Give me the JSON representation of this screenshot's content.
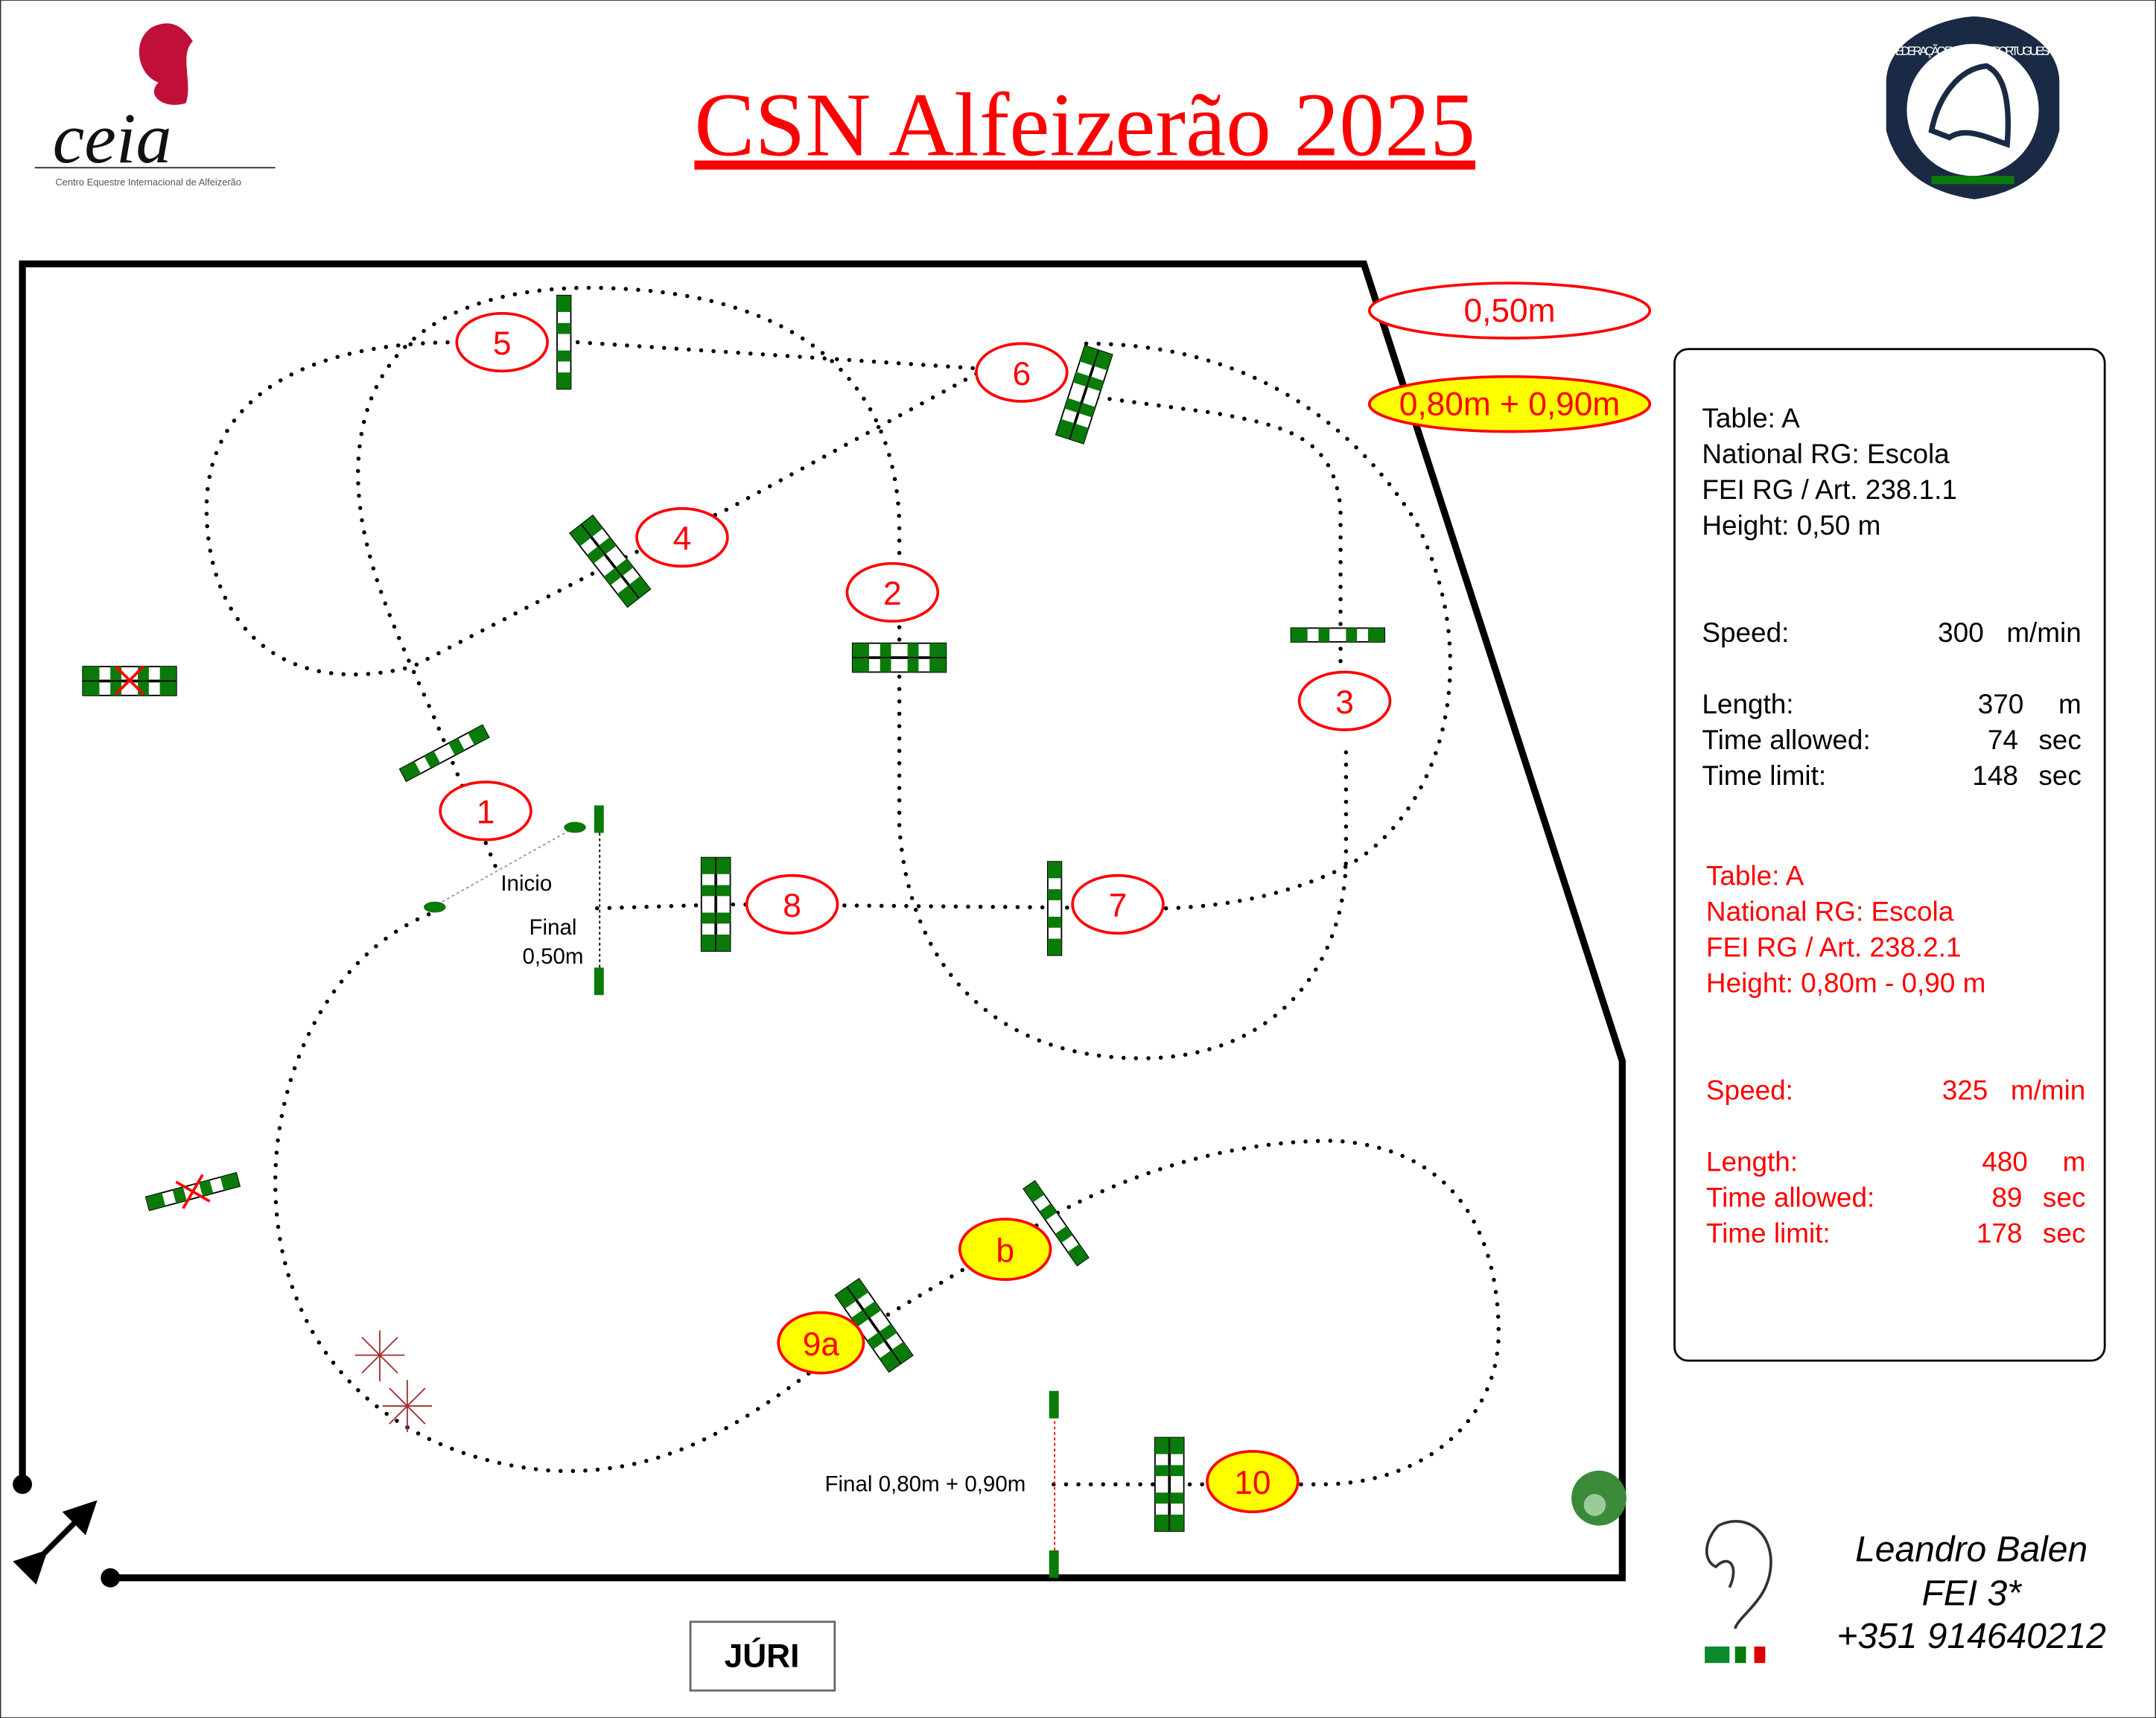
{
  "header": {
    "title": "CSN  Alfeizerão  2025",
    "left_logo_text": "ceia",
    "left_logo_subtitle": "Centro Equestre Internacional de Alfeizerão",
    "right_logo_text": "FEDERAÇÃO EQUESTRE PORTUGUESA"
  },
  "legend": {
    "height1": "0,50m",
    "height2": "0,80m + 0,90m"
  },
  "obstacles": [
    {
      "label": "1",
      "course": "0,50m"
    },
    {
      "label": "2",
      "course": "0,50m"
    },
    {
      "label": "3",
      "course": "0,50m"
    },
    {
      "label": "4",
      "course": "0,50m"
    },
    {
      "label": "5",
      "course": "0,50m"
    },
    {
      "label": "6",
      "course": "0,50m"
    },
    {
      "label": "7",
      "course": "0,50m"
    },
    {
      "label": "8",
      "course": "0,50m"
    },
    {
      "label": "9a",
      "course": "0,80m + 0,90m"
    },
    {
      "label": "b",
      "course": "0,80m + 0,90m"
    },
    {
      "label": "10",
      "course": "0,80m + 0,90m"
    }
  ],
  "markers": {
    "start": "Inicio",
    "finish1_line1": "Final",
    "finish1_line2": "0,50m",
    "finish2": "Final 0,80m + 0,90m",
    "jury": "JÚRI"
  },
  "info_black": {
    "table": "Table: A",
    "national_rg": "National RG: Escola",
    "fei_rg": "FEI RG / Art. 238.1.1",
    "height": "Height: 0,50  m",
    "speed_label": "Speed:",
    "speed_value": "300",
    "speed_unit": "m/min",
    "length_label": "Length:",
    "length_value": "370",
    "length_unit": "m",
    "time_allowed_label": "Time allowed:",
    "time_allowed_value": "74",
    "time_allowed_unit": "sec",
    "time_limit_label": "Time limit:",
    "time_limit_value": "148",
    "time_limit_unit": "sec"
  },
  "info_red": {
    "table": "Table: A",
    "national_rg": "National RG: Escola",
    "fei_rg": "FEI RG / Art. 238.2.1",
    "height": "Height: 0,80m - 0,90  m",
    "speed_label": "Speed:",
    "speed_value": "325",
    "speed_unit": "m/min",
    "length_label": "Length:",
    "length_value": "480",
    "length_unit": "m",
    "time_allowed_label": "Time allowed:",
    "time_allowed_value": "89",
    "time_allowed_unit": "sec",
    "time_limit_label": "Time limit:",
    "time_limit_value": "178",
    "time_limit_unit": "sec"
  },
  "designer": {
    "name": "Leandro Balen",
    "level": "FEI 3*",
    "phone": "+351 914640212"
  },
  "colors": {
    "red": "#ff0000",
    "yellow": "#ffff00",
    "green": "#006600"
  }
}
